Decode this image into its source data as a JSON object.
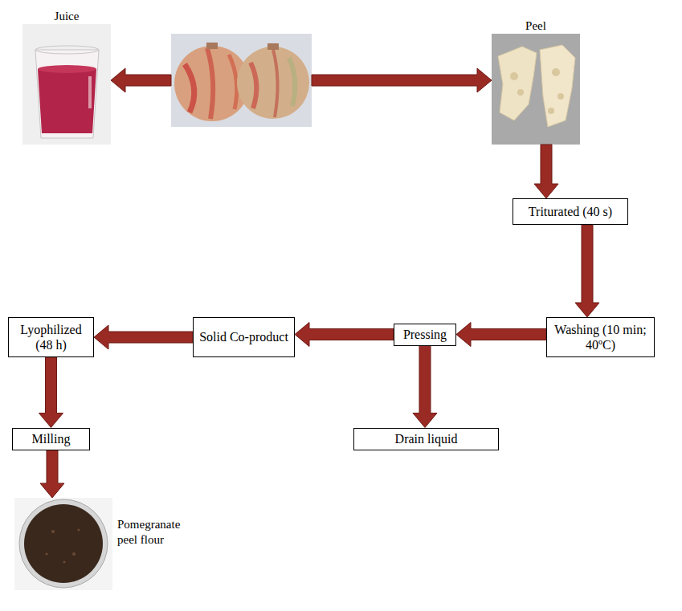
{
  "diagram": {
    "nodes": [
      {
        "text": [
          "Juice"
        ]
      },
      {
        "text": []
      },
      {
        "text": [
          "Peel"
        ]
      },
      {
        "text": [
          "Triturated (40 s)"
        ]
      },
      {
        "text": [
          "Lyophilized (48 h)"
        ]
      },
      {
        "text": [
          "Solid Co-product"
        ]
      },
      {
        "text": [
          "Pressing"
        ]
      },
      {
        "text": [
          "Washing (10 min; 40ºC)"
        ]
      },
      {
        "text": [
          "Milling"
        ]
      },
      {
        "text": [
          "Drain liquid"
        ]
      },
      {
        "text": [
          "Pomegranate peel flour"
        ]
      }
    ],
    "edges": [
      {
        "from": 1,
        "to": 0,
        "arrow": "to"
      },
      {
        "from": 1,
        "to": 2,
        "arrow": "to"
      },
      {
        "from": 2,
        "to": 3,
        "arrow": "to"
      },
      {
        "from": 3,
        "to": 7,
        "arrow": "to"
      },
      {
        "from": 7,
        "to": 6,
        "arrow": "to"
      },
      {
        "from": 6,
        "to": 5,
        "arrow": "to"
      },
      {
        "from": 5,
        "to": 4,
        "arrow": "to"
      },
      {
        "from": 4,
        "to": 8,
        "arrow": "to"
      },
      {
        "from": 8,
        "to": 10,
        "arrow": "to"
      },
      {
        "from": 6,
        "to": 9,
        "arrow": "to"
      }
    ]
  }
}
